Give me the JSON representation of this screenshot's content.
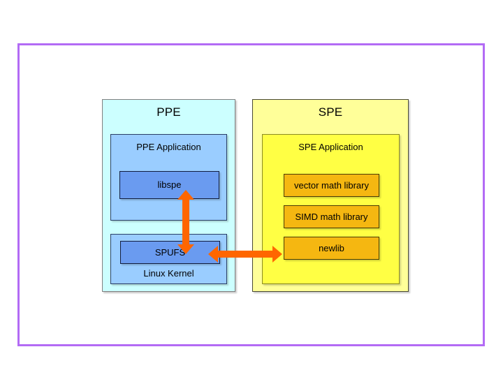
{
  "slide": {
    "background_color": "#ffffff",
    "frame_color": "#b36bf5"
  },
  "diagram": {
    "type": "block-diagram",
    "title_left": "PPE",
    "title_right": "SPE",
    "panels": [
      {
        "name": "ppe",
        "title": "PPE",
        "fill": "#ccffff",
        "children": [
          {
            "name": "ppe-application",
            "label": "PPE Application",
            "fill": "#9acdff",
            "children": [
              {
                "name": "libspe",
                "label": "libspe",
                "fill": "#6a9bf0"
              }
            ]
          },
          {
            "name": "linux-kernel",
            "label": "Linux Kernel",
            "fill": "#9acdff",
            "children": [
              {
                "name": "spufs",
                "label": "SPUFS",
                "fill": "#6a9bf0"
              }
            ]
          }
        ]
      },
      {
        "name": "spe",
        "title": "SPE",
        "fill": "#ffff99",
        "children": [
          {
            "name": "spe-application",
            "label": "SPE Application",
            "fill": "#ffff44",
            "children": [
              {
                "name": "vector-math-library",
                "label": "vector math library",
                "fill": "#f5b711"
              },
              {
                "name": "simd-math-library",
                "label": "SIMD math library",
                "fill": "#f5b711"
              },
              {
                "name": "newlib",
                "label": "newlib",
                "fill": "#f5b711"
              }
            ]
          }
        ]
      }
    ],
    "connectors": [
      {
        "name": "libspe-spufs-connector",
        "from": "libspe",
        "to": "spufs",
        "orientation": "vertical",
        "heads": "both",
        "color": "#ff6600"
      },
      {
        "name": "spufs-spe-connector",
        "from": "spufs",
        "to": "spe-application",
        "orientation": "horizontal",
        "heads": "both",
        "color": "#ff6600"
      }
    ]
  },
  "labels": {
    "ppe": "PPE",
    "spe": "SPE",
    "ppe_application": "PPE Application",
    "spe_application": "SPE Application",
    "libspe": "libspe",
    "spufs": "SPUFS",
    "linux_kernel": "Linux Kernel",
    "vector_math_library": "vector math library",
    "simd_math_library": "SIMD math library",
    "newlib": "newlib"
  }
}
